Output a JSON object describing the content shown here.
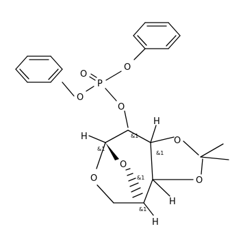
{
  "molecule": {
    "atoms": {
      "p": "P",
      "o_double": "O",
      "o_phenoxy_top": "O",
      "o_phenoxy_left": "O",
      "o_ester": "O",
      "o_dioxolane_upper": "O",
      "o_dioxolane_lower": "O",
      "o_bridge": "O",
      "o_ring": "O",
      "h_left": "H",
      "h_top": "H",
      "h_lower": "H",
      "h_bottom": "H"
    },
    "stereo_labels": {
      "s1": "&1",
      "s2": "&1",
      "s3": "&1",
      "s4": "&1",
      "s5": "&1"
    }
  }
}
